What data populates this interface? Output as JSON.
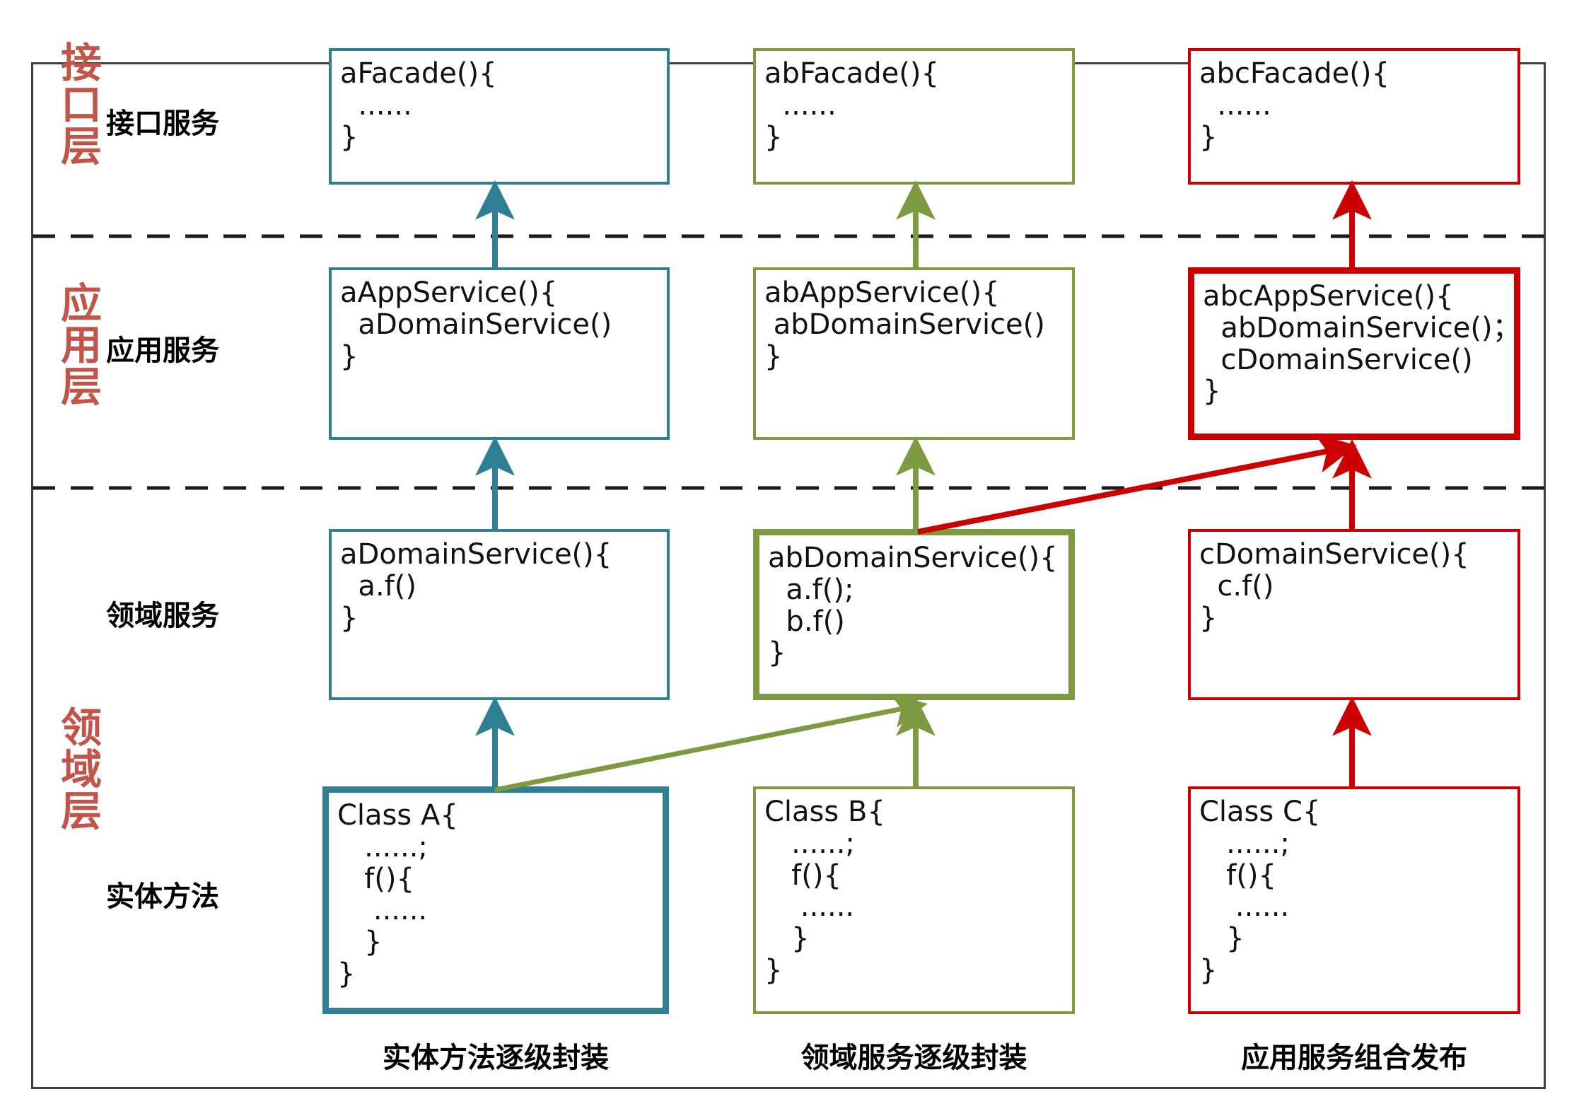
{
  "diagram": {
    "title_layers": [
      {
        "id": "interface",
        "text": "接口层",
        "chars": [
          "接",
          "口",
          "层"
        ]
      },
      {
        "id": "application",
        "text": "应用层",
        "chars": [
          "应",
          "用",
          "层"
        ]
      },
      {
        "id": "domain",
        "text": "领域层",
        "chars": [
          "领",
          "域",
          "层"
        ]
      }
    ],
    "row_labels": [
      {
        "id": "interface-service",
        "label": "接口服务"
      },
      {
        "id": "application-service",
        "label": "应用服务"
      },
      {
        "id": "domain-service",
        "label": "领域服务"
      },
      {
        "id": "entity-method",
        "label": "实体方法"
      }
    ],
    "columns": [
      {
        "id": "col-a",
        "accent": "#2e7e94",
        "caption": "实体方法逐级封装"
      },
      {
        "id": "col-b",
        "accent": "#7d9a41",
        "caption": "领域服务逐级封装"
      },
      {
        "id": "col-c",
        "accent": "#cc0000",
        "caption": "应用服务组合发布"
      }
    ],
    "boxes": {
      "a_facade": {
        "code": "aFacade(){\n  ......\n}"
      },
      "ab_facade": {
        "code": "abFacade(){\n  ......\n}"
      },
      "abc_facade": {
        "code": "abcFacade(){\n  ......\n}"
      },
      "a_app": {
        "code": "aAppService(){\n  aDomainService()\n}"
      },
      "ab_app": {
        "code": "abAppService(){\n abDomainService()\n}"
      },
      "abc_app": {
        "code": "abcAppService(){\n  abDomainService()；\n  cDomainService()\n}"
      },
      "a_domain": {
        "code": "aDomainService(){\n  a.f()\n}"
      },
      "ab_domain": {
        "code": "abDomainService(){\n  a.f();\n  b.f()\n}"
      },
      "c_domain": {
        "code": "cDomainService(){\n  c.f()\n}"
      },
      "class_a": {
        "code": "Class A{\n   ......;\n   f(){\n    ......\n   }\n}"
      },
      "class_b": {
        "code": "Class B{\n   ......;\n   f(){\n    ......\n   }\n}"
      },
      "class_c": {
        "code": "Class C{\n   ......;\n   f(){\n    ......\n   }\n}"
      }
    },
    "colors": {
      "blue": "#2e7e94",
      "green": "#7d9a41",
      "red": "#cc0000",
      "layer_label": "#c1554a",
      "divider": "#1a1a1a",
      "frame": "#3f3f3f"
    }
  }
}
